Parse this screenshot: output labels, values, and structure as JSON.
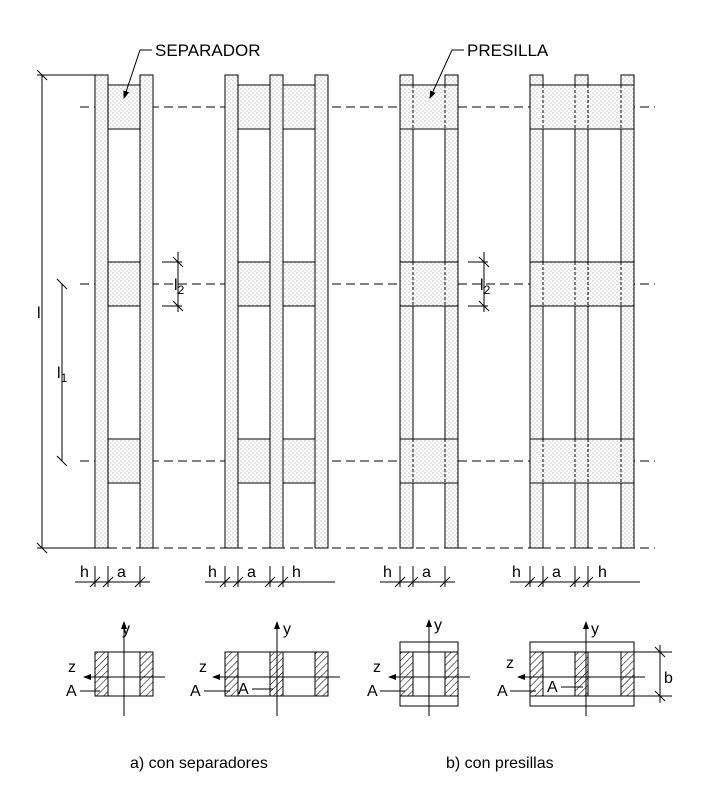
{
  "labels": {
    "separator_callout": "SEPARADOR",
    "batten_callout": "PRESILLA",
    "total_length": "l",
    "panel_length": "l",
    "panel_length_sub": "1",
    "tie_length": "l",
    "tie_length_sub": "2",
    "dim_h": "h",
    "dim_a": "a",
    "axis_y": "y",
    "axis_z": "z",
    "area_A": "A",
    "dim_b": "b"
  },
  "captions": {
    "separators": "a) con separadores",
    "battens": "b) con presillas"
  },
  "colors": {
    "line": "#000000",
    "fill_dots": "#8a8a8a",
    "background": "#ffffff"
  }
}
